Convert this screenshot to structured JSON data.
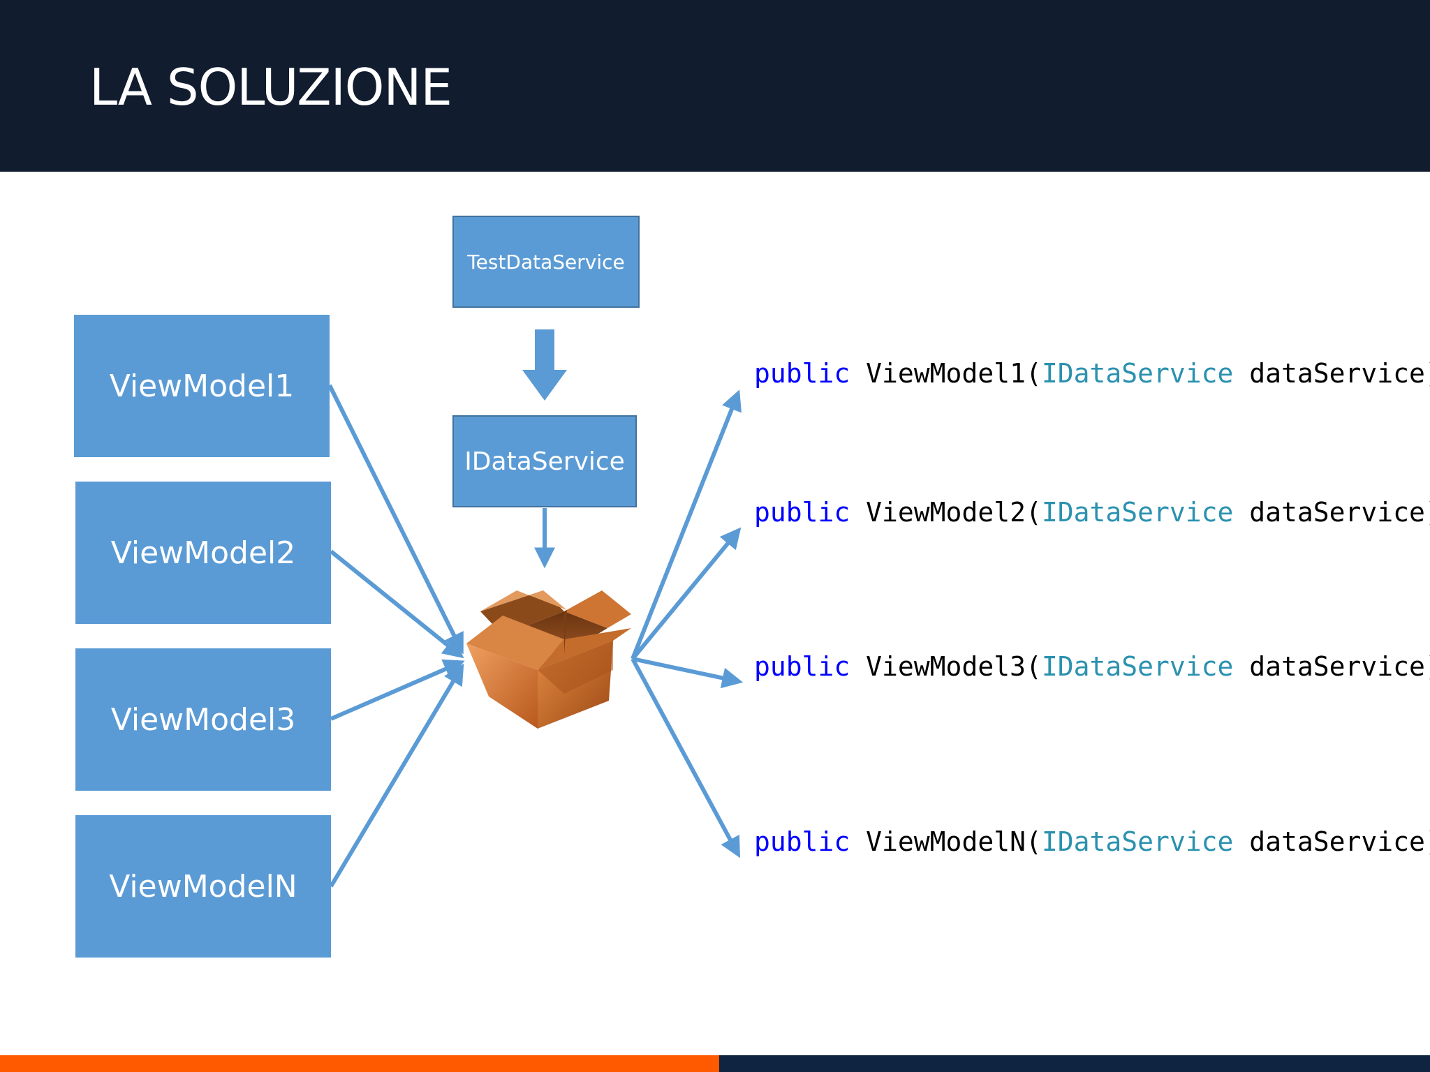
{
  "slide": {
    "title": "LA SOLUZIONE"
  },
  "diagram": {
    "services": {
      "test": "TestDataService",
      "interface": "IDataService"
    },
    "container_icon": "cardboard-box-icon",
    "view_models": [
      "ViewModel1",
      "ViewModel2",
      "ViewModel3",
      "ViewModelN"
    ],
    "constructors": [
      {
        "keyword": "public",
        "name": "ViewModel1(",
        "type": "IDataService",
        "param": " dataService)"
      },
      {
        "keyword": "public",
        "name": "ViewModel2(",
        "type": "IDataService",
        "param": " dataService)"
      },
      {
        "keyword": "public",
        "name": "ViewModel3(",
        "type": "IDataService",
        "param": " dataService)"
      },
      {
        "keyword": "public",
        "name": "ViewModelN(",
        "type": "IDataService",
        "param": " dataService)"
      }
    ]
  },
  "colors": {
    "header_bg": "#111c2f",
    "box_fill": "#5b9bd5",
    "arrow": "#5b9bd5",
    "keyword": "#0000ff",
    "type": "#2b91af",
    "footer_accent": "#ff5a00",
    "footer_dark": "#0f2440"
  }
}
